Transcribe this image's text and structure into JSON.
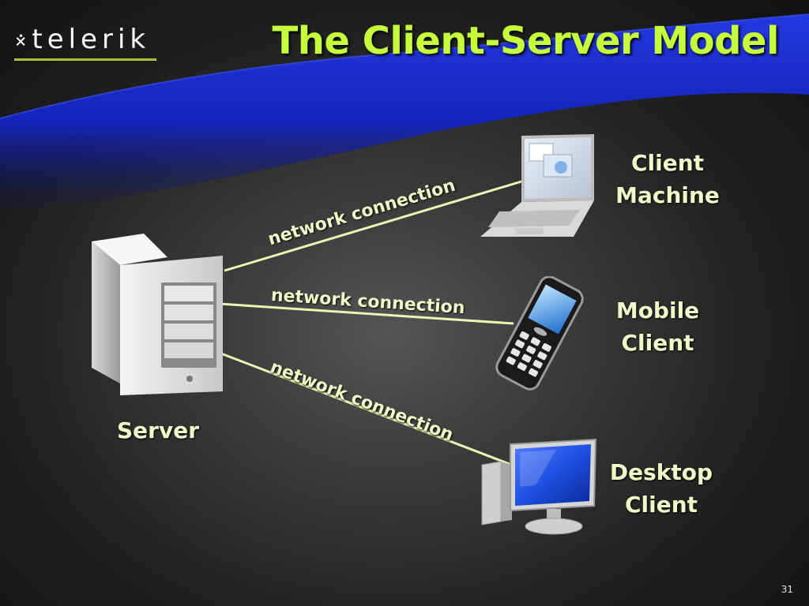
{
  "logo": {
    "mark": "⨰",
    "text": "telerik"
  },
  "title": "The Client-Server Model",
  "server": {
    "label": "Server"
  },
  "clients": [
    {
      "line1": "Client",
      "line2": "Machine"
    },
    {
      "line1": "Mobile",
      "line2": "Client"
    },
    {
      "line1": "Desktop",
      "line2": "Client"
    }
  ],
  "connections": [
    "network connection",
    "network connection",
    "network connection"
  ],
  "page_number": "31",
  "colors": {
    "title": "#c6ff3c",
    "label": "#f2f8c8",
    "line": "#e9f7b0",
    "wave": "#1a2fd0",
    "logo_underline": "#a7c23a"
  },
  "icons": [
    "server-icon",
    "laptop-icon",
    "mobile-phone-icon",
    "desktop-computer-icon"
  ]
}
